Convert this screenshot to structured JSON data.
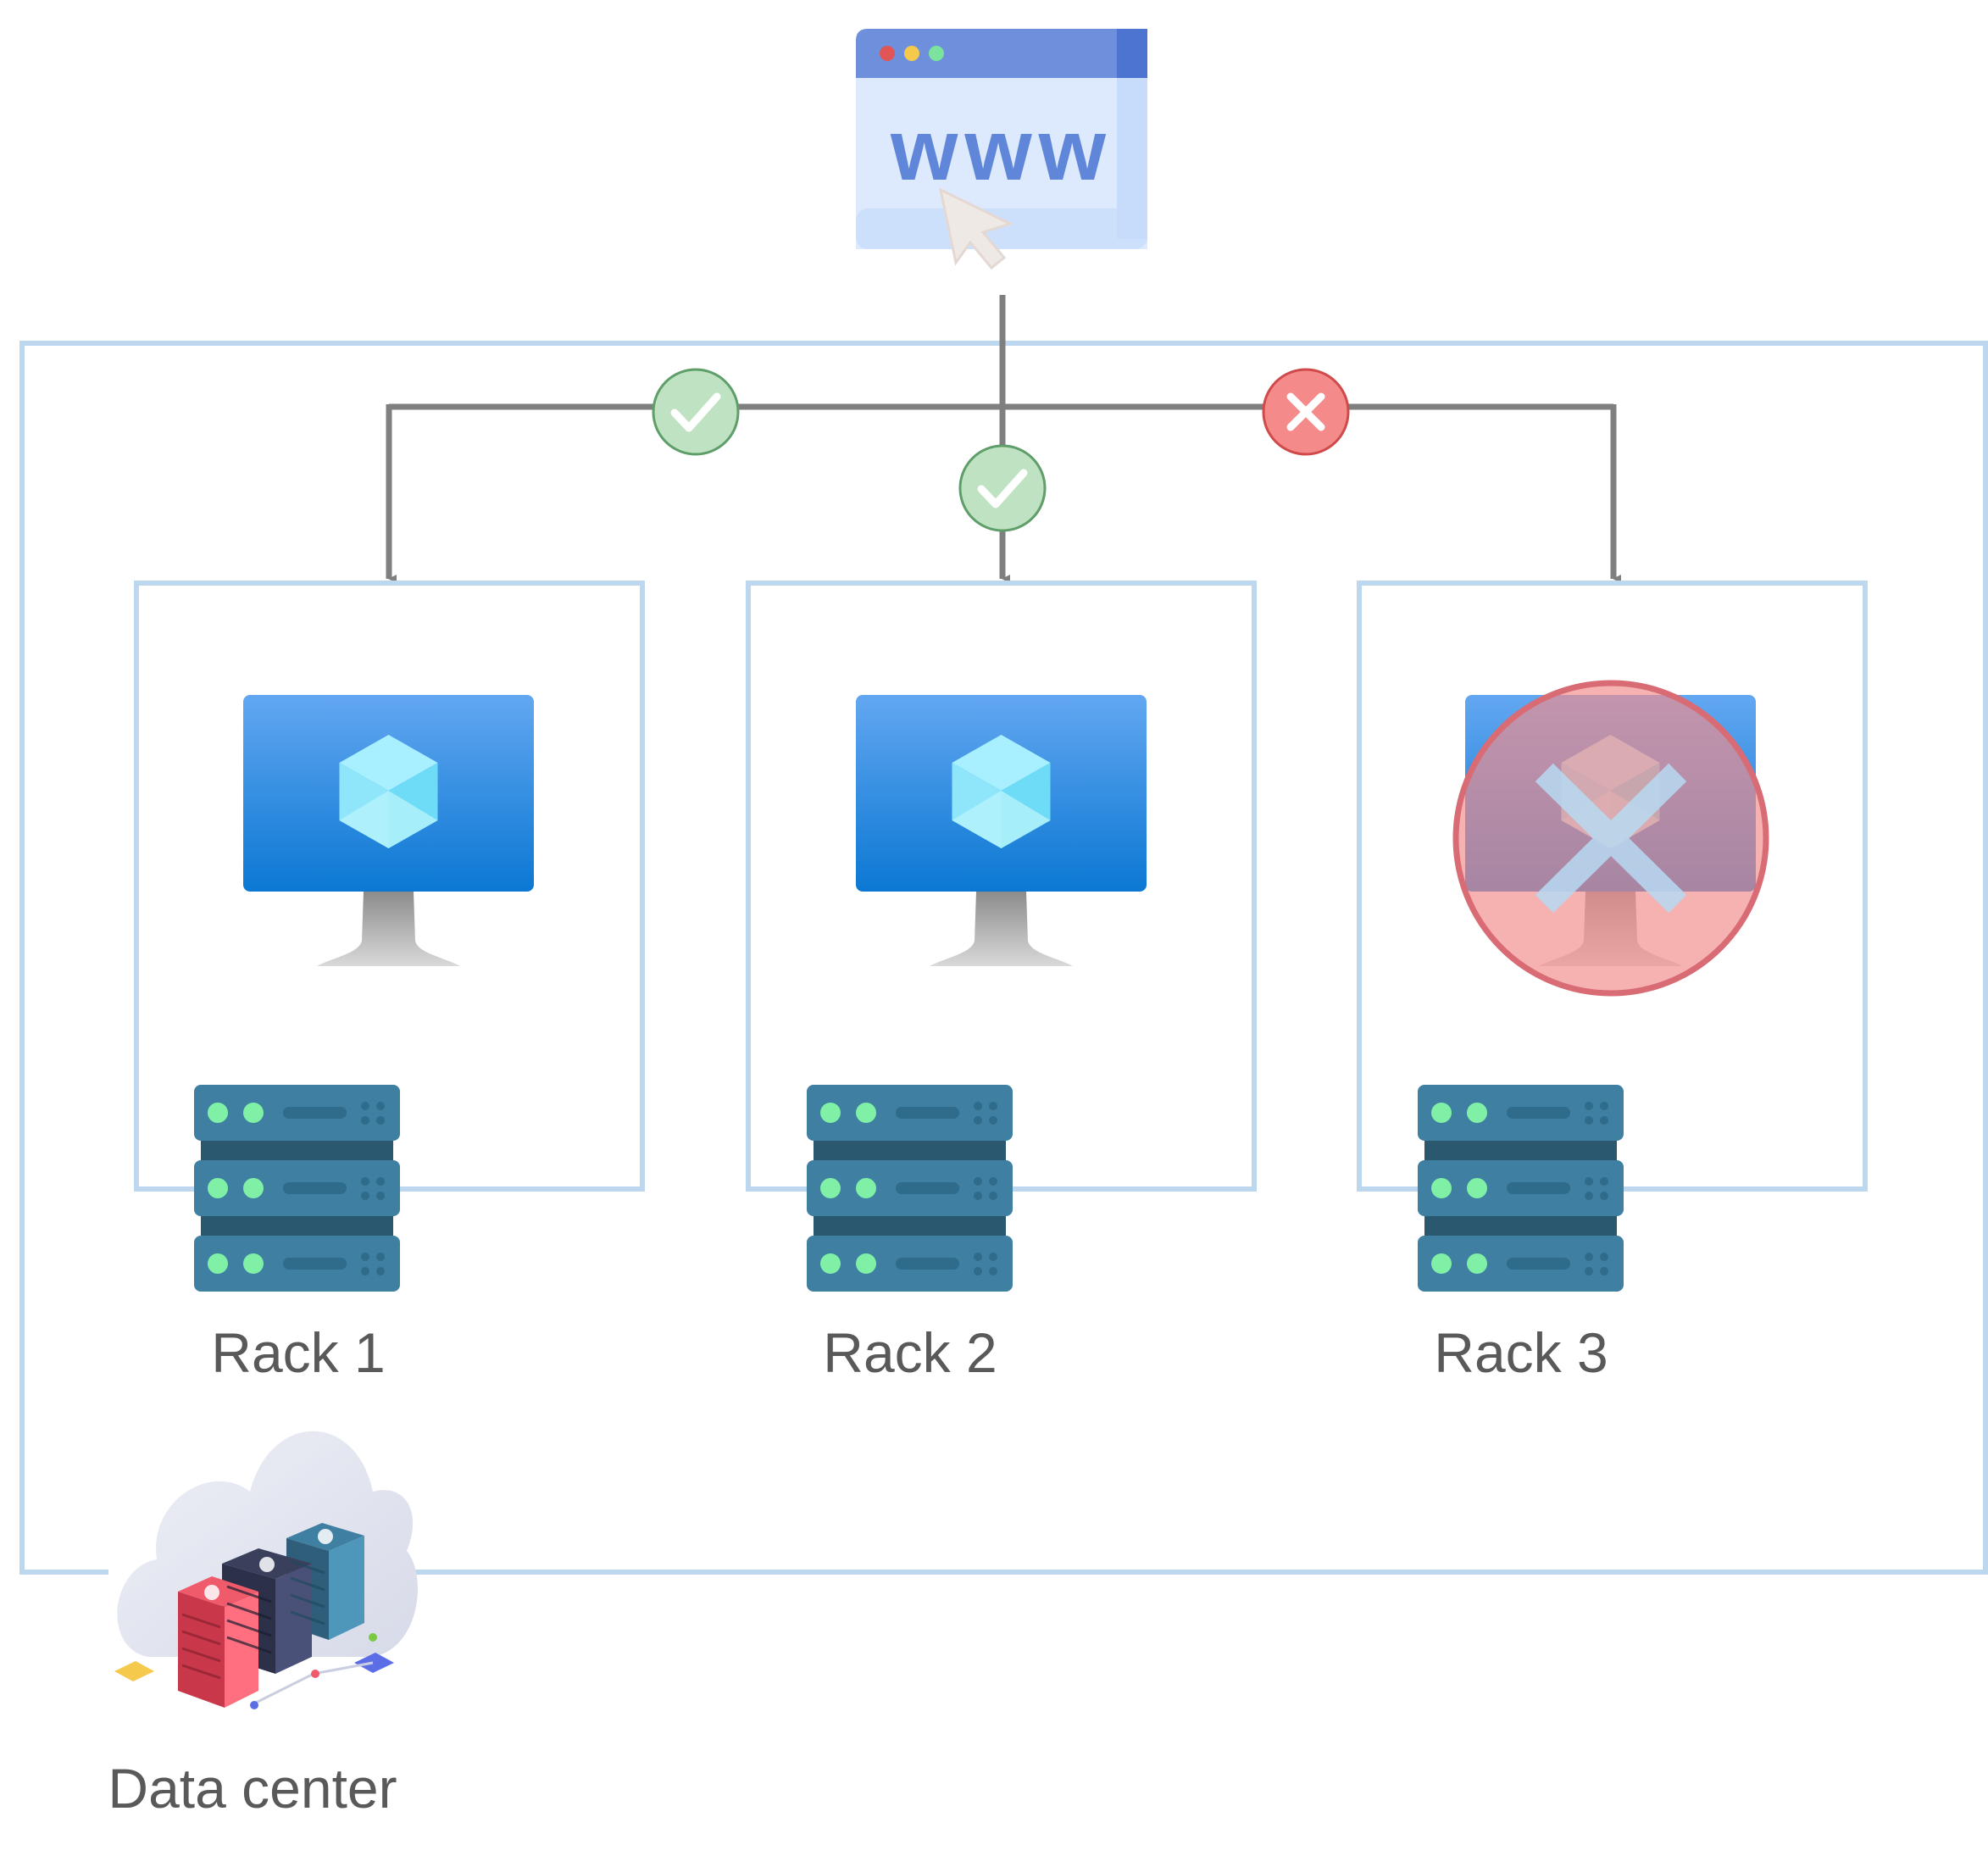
{
  "browser": {
    "text": "www",
    "icon": "browser-www-icon"
  },
  "connections": [
    {
      "target": "Rack 1",
      "status": "ok",
      "icon": "check-icon",
      "color": "#bfe3c2"
    },
    {
      "target": "Rack 2",
      "status": "ok",
      "icon": "check-icon",
      "color": "#bfe3c2"
    },
    {
      "target": "Rack 3",
      "status": "failed",
      "icon": "cross-icon",
      "color": "#f58a8a"
    }
  ],
  "racks": [
    {
      "label": "Rack 1",
      "vm_status": "ok"
    },
    {
      "label": "Rack 2",
      "vm_status": "ok"
    },
    {
      "label": "Rack 3",
      "vm_status": "failed"
    }
  ],
  "datacenter": {
    "label": "Data center",
    "icon": "datacenter-cloud-icon"
  },
  "colors": {
    "frame": "#bdd7ee",
    "connector": "#7f7f7f",
    "server": "#3f7fa2",
    "server_dark": "#29586f",
    "server_led": "#7ff0a6",
    "vm_screen_top": "#60a5f0",
    "vm_screen_bottom": "#0a78d4",
    "fail_overlay": "#f28c8c"
  }
}
